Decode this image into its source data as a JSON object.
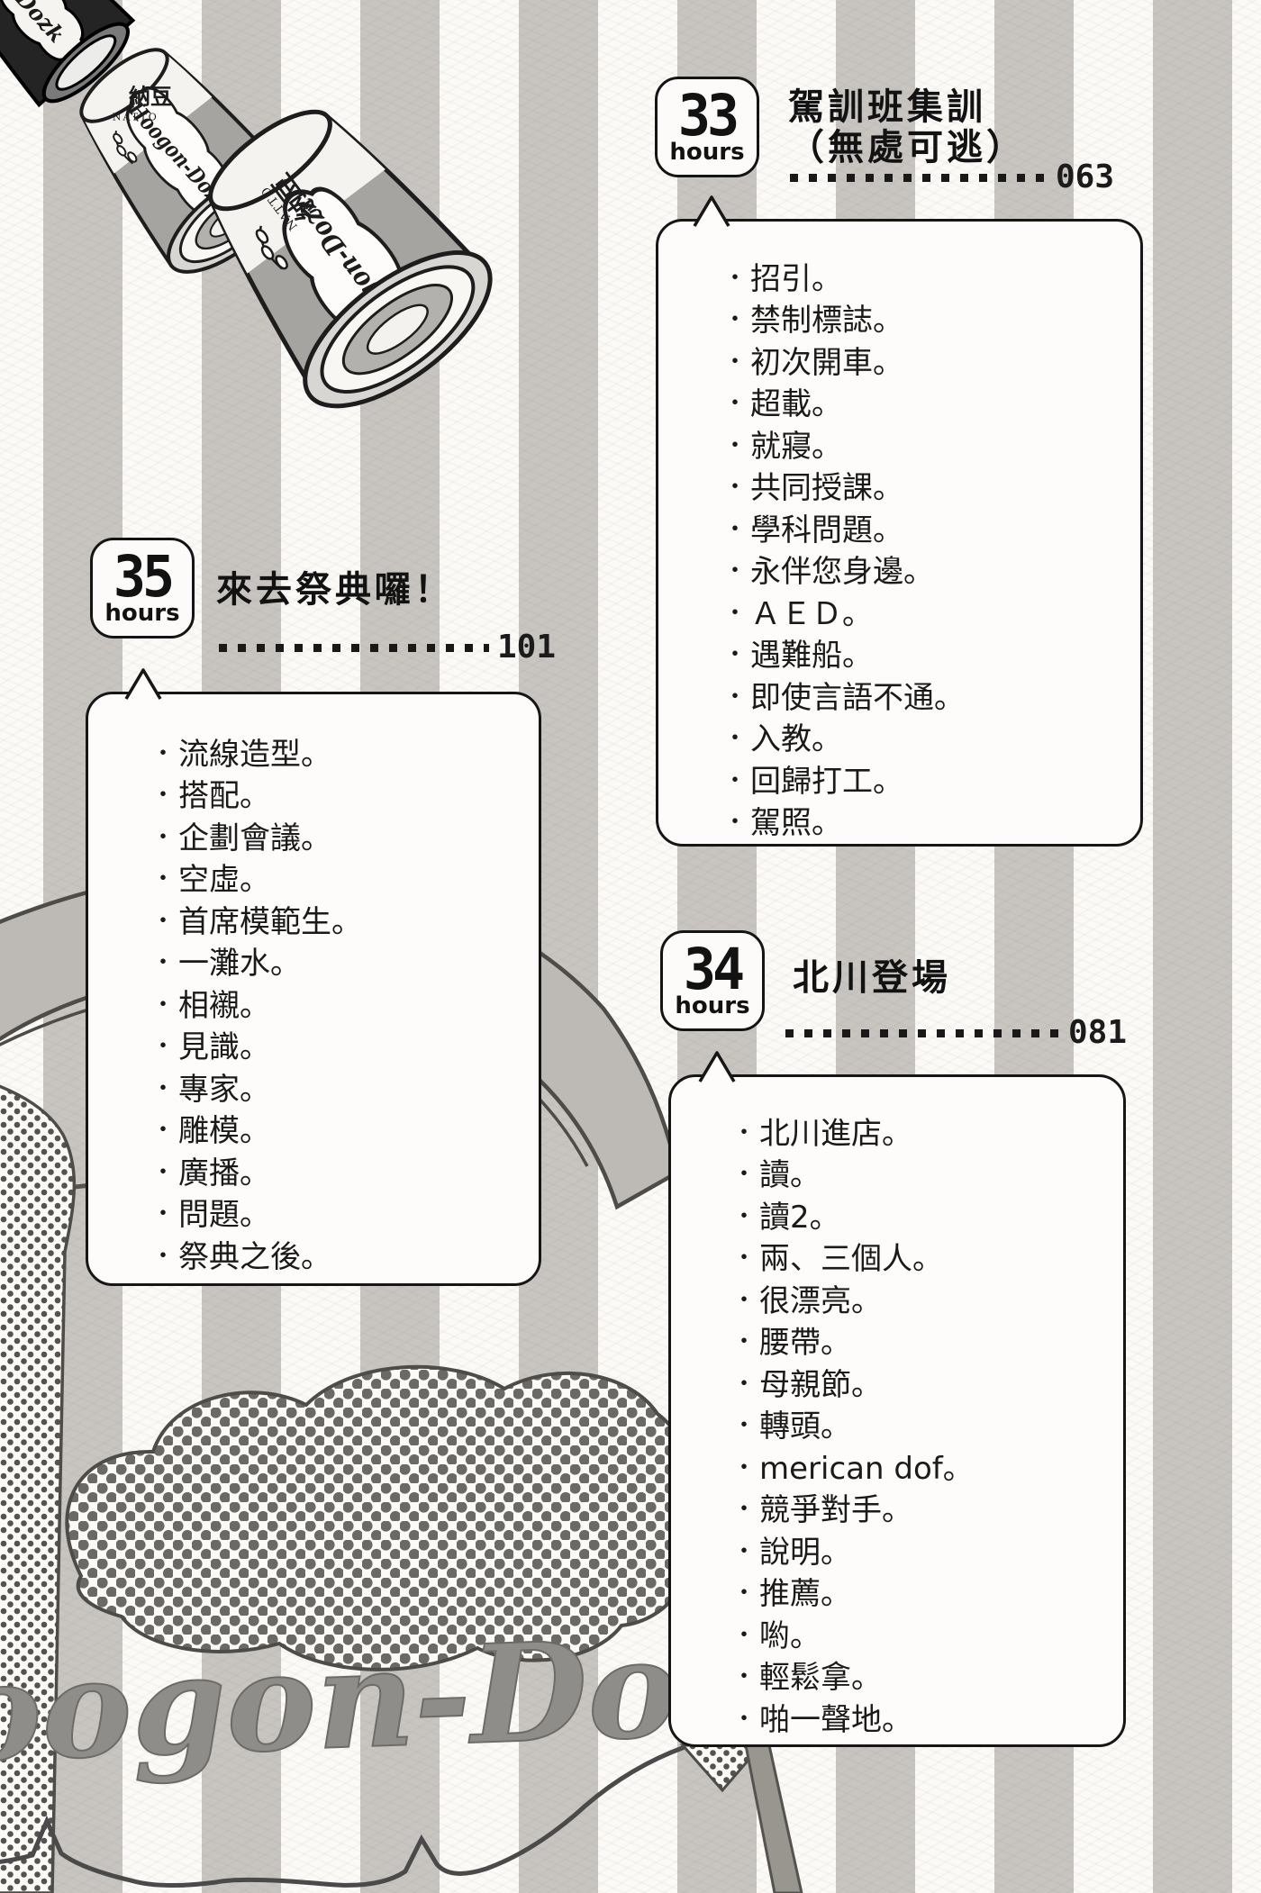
{
  "meta": {
    "bullet": "・"
  },
  "sections": [
    {
      "id": "ch33",
      "badge": {
        "number": "33",
        "unit": "hours"
      },
      "title_line1": "駕訓班集訓",
      "title_line2": "（無處可逃）",
      "page": "063",
      "items": [
        "招引。",
        "禁制標誌。",
        "初次開車。",
        "超載。",
        "就寢。",
        "共同授課。",
        "學科問題。",
        "永伴您身邊。",
        "ＡＥＤ。",
        "遇難船。",
        "即使言語不通。",
        "入教。",
        "回歸打工。",
        "駕照。"
      ]
    },
    {
      "id": "ch35",
      "badge": {
        "number": "35",
        "unit": "hours"
      },
      "title_line1": "來去祭典囉！",
      "title_line2": "",
      "page": "101",
      "items": [
        "流線造型。",
        "搭配。",
        "企劃會議。",
        "空虛。",
        "首席模範生。",
        "一灘水。",
        "相襯。",
        "見識。",
        "專家。",
        "雕模。",
        "廣播。",
        "問題。",
        "祭典之後。"
      ]
    },
    {
      "id": "ch34",
      "badge": {
        "number": "34",
        "unit": "hours"
      },
      "title_line1": "北川登場",
      "title_line2": "",
      "page": "081",
      "items": [
        "北川進店。",
        "讀。",
        "讀2。",
        "兩、三個人。",
        "很漂亮。",
        "腰帶。",
        "母親節。",
        "轉頭。",
        "merican dof。",
        "競爭對手。",
        "說明。",
        "推薦。",
        "喲。",
        "輕鬆拿。",
        "啪一聲地。"
      ]
    }
  ],
  "illustration": {
    "brand_script": "Hoogon-Dozz",
    "brand_script_corner": "Dozk",
    "flavor_cjk": "納豆",
    "flavor_latin": "NATTO",
    "big_logo": "oogon-Doz"
  }
}
